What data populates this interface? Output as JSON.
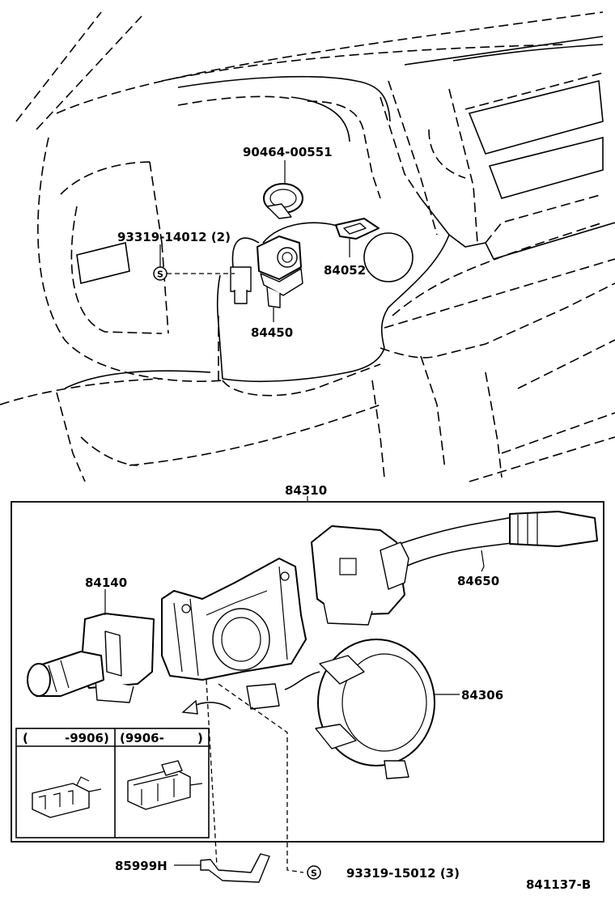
{
  "labels": {
    "p90464": "90464-00551",
    "p93319a": "93319-14012 (2)",
    "p84052": "84052",
    "p84450": "84450",
    "p84310": "84310",
    "p84140": "84140",
    "p84650": "84650",
    "p84306": "84306",
    "p85999": "85999H",
    "p93319b": "93319-15012 (3)",
    "ref": "841137-B",
    "s_mark": "S"
  },
  "inset": {
    "left_header_open": "(",
    "left_header_range": "-9906)",
    "right_header": "(9906-",
    "right_header_close": ")"
  }
}
